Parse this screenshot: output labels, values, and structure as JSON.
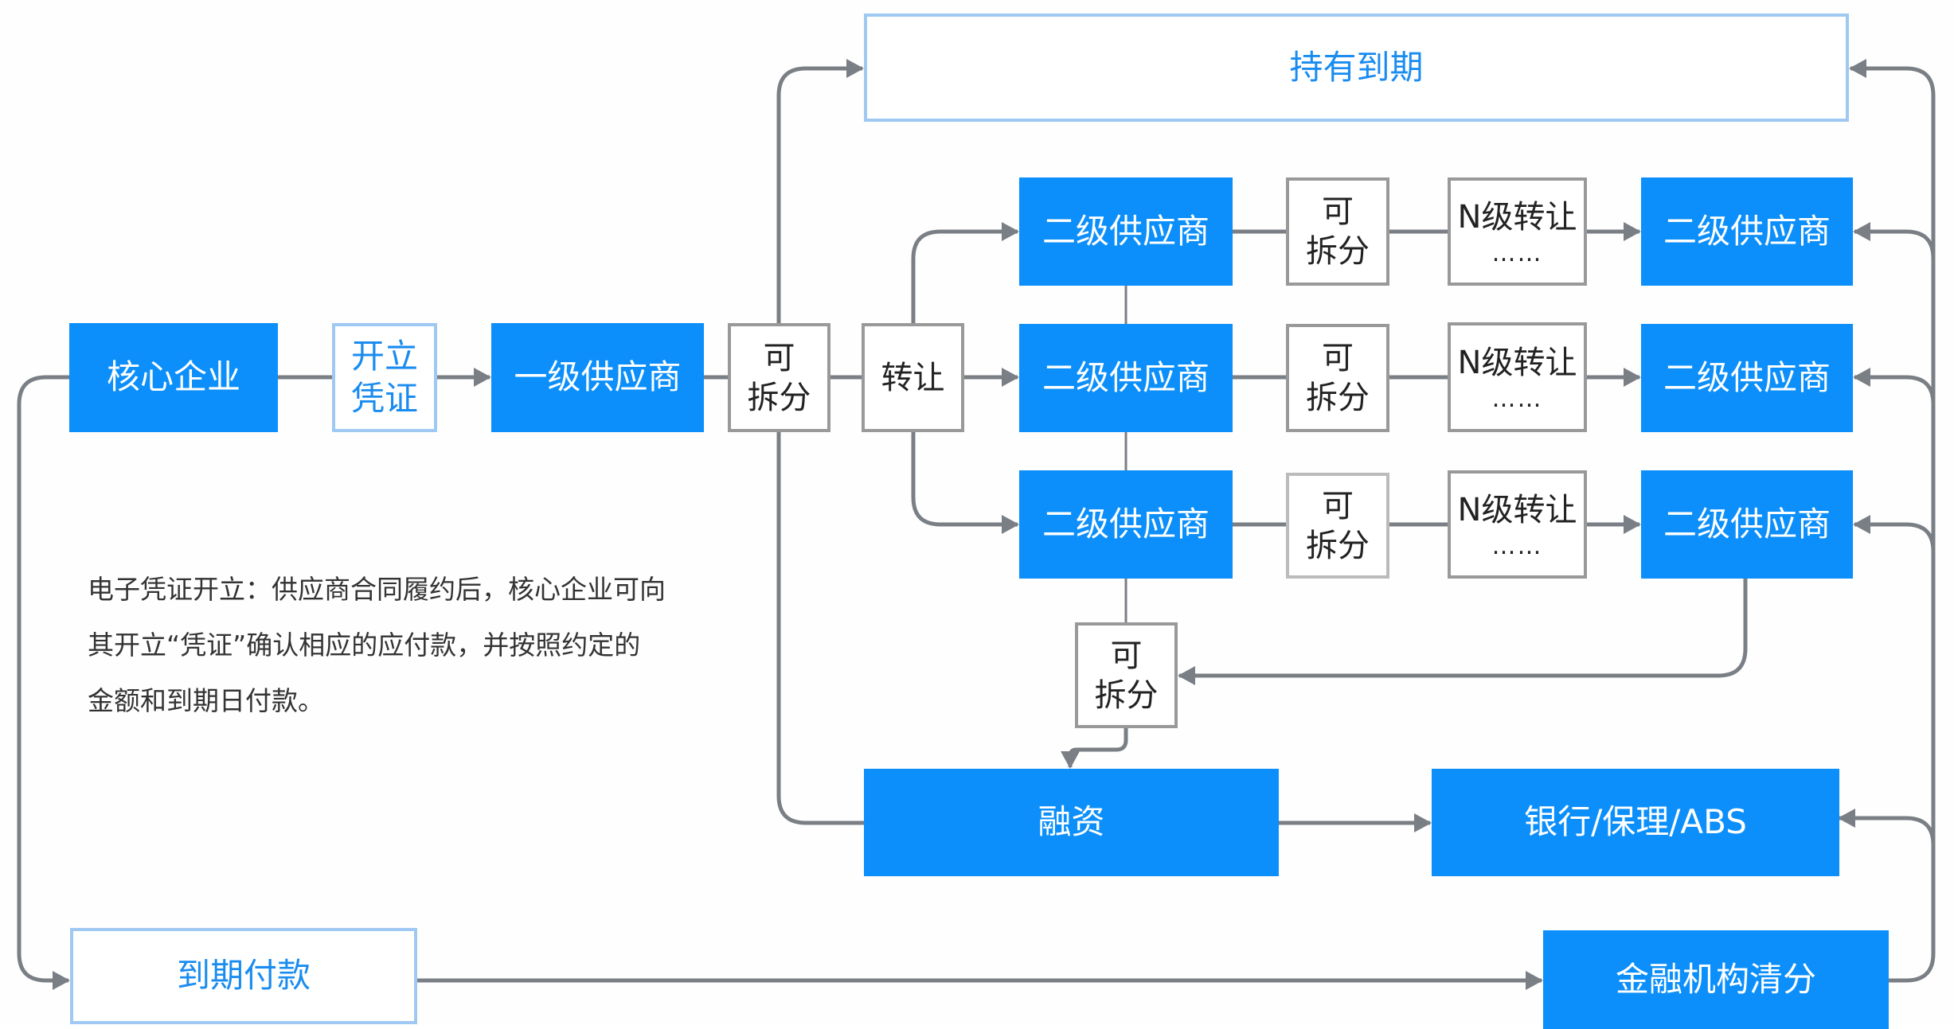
{
  "diagram": {
    "nodes": {
      "core_enterprise": "核心企业",
      "issue_voucher": [
        "开立",
        "凭证"
      ],
      "tier1_supplier": "一级供应商",
      "splittable_main": [
        "可",
        "拆分"
      ],
      "transfer": "转让",
      "hold_to_maturity": "持有到期",
      "tier2_supplier_left": [
        "二级供应商",
        "二级供应商",
        "二级供应商"
      ],
      "splittable_rows": [
        [
          "可",
          "拆分"
        ],
        [
          "可",
          "拆分"
        ],
        [
          "可",
          "拆分"
        ]
      ],
      "n_level_transfer": [
        [
          "N级转让",
          "……"
        ],
        [
          "N级转让",
          "……"
        ],
        [
          "N级转让",
          "……"
        ]
      ],
      "tier2_supplier_right": [
        "二级供应商",
        "二级供应商",
        "二级供应商"
      ],
      "splittable_lower": [
        "可",
        "拆分"
      ],
      "financing": "融资",
      "bank_factoring_abs": "银行/保理/ABS",
      "payment_at_maturity": "到期付款",
      "financial_clearing": "金融机构清分"
    },
    "description": [
      "电子凭证开立：供应商合同履约后，核心企业可向",
      "其开立“凭证”确认相应的应付款，并按照约定的",
      "金额和到期日付款。"
    ],
    "colors": {
      "primary_fill": "#0c8ffa",
      "outline_blue": "#9fc9f3",
      "outline_gray": "#999999",
      "connector": "#7a7f85",
      "text_blue": "#1a8cf0"
    }
  }
}
